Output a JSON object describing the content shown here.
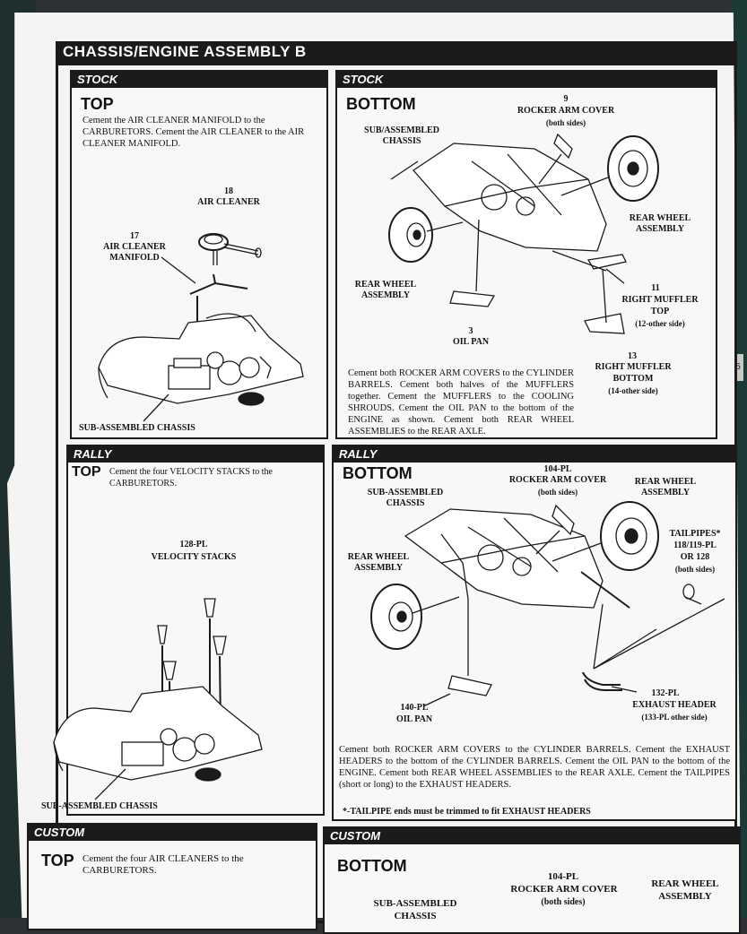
{
  "title": "CHASSIS/ENGINE ASSEMBLY B",
  "panels": {
    "stock_top": {
      "tag": "STOCK",
      "heading": "TOP",
      "instructions": "Cement the AIR CLEANER MANIFOLD to the CARBURETORS. Cement the AIR CLEANER to the AIR CLEANER MANIFOLD.",
      "labels": {
        "air_cleaner_num": "18",
        "air_cleaner": "AIR CLEANER",
        "manifold_num": "17",
        "manifold_1": "AIR CLEANER",
        "manifold_2": "MANIFOLD",
        "chassis": "SUB-ASSEMBLED CHASSIS"
      }
    },
    "stock_bottom": {
      "tag": "STOCK",
      "heading": "BOTTOM",
      "labels": {
        "chassis_1": "SUB/ASSEMBLED",
        "chassis_2": "CHASSIS",
        "rocker_num": "9",
        "rocker": "ROCKER ARM COVER",
        "rocker_sub": "(both sides)",
        "rear_wheel_r_1": "REAR WHEEL",
        "rear_wheel_r_2": "ASSEMBLY",
        "rear_wheel_l_1": "REAR WHEEL",
        "rear_wheel_l_2": "ASSEMBLY",
        "oil_pan_num": "3",
        "oil_pan": "OIL PAN",
        "muffler_top_num": "11",
        "muffler_top_1": "RIGHT MUFFLER",
        "muffler_top_2": "TOP",
        "muffler_top_sub": "(12-other side)",
        "muffler_bot_num": "13",
        "muffler_bot_1": "RIGHT MUFFLER",
        "muffler_bot_2": "BOTTOM",
        "muffler_bot_sub": "(14-other side)"
      },
      "instructions": "Cement both ROCKER ARM COVERS to the CYLINDER BARRELS. Cement both halves of the MUFFLERS together. Cement the MUFFLERS to the COOLING SHROUDS. Cement the OIL PAN to the bottom of the ENGINE as shown. Cement both REAR WHEEL ASSEMBLIES to the REAR AXLE."
    },
    "rally_top": {
      "tag": "RALLY",
      "heading": "TOP",
      "instructions": "Cement the four VELOCITY STACKS to the CARBURETORS.",
      "labels": {
        "stacks_num": "128-PL",
        "stacks": "VELOCITY STACKS",
        "chassis": "SUB-ASSEMBLED CHASSIS"
      }
    },
    "rally_bottom": {
      "tag": "RALLY",
      "heading": "BOTTOM",
      "labels": {
        "chassis_1": "SUB-ASSEMBLED",
        "chassis_2": "CHASSIS",
        "rocker_num": "104-PL",
        "rocker": "ROCKER ARM COVER",
        "rocker_sub": "(both sides)",
        "rear_wheel_r_1": "REAR WHEEL",
        "rear_wheel_r_2": "ASSEMBLY",
        "rear_wheel_l_1": "REAR WHEEL",
        "rear_wheel_l_2": "ASSEMBLY",
        "tailpipes_1": "TAILPIPES*",
        "tailpipes_2": "118/119-PL",
        "tailpipes_3": "OR 128",
        "tailpipes_sub": "(both sides)",
        "oil_pan_num": "140-PL",
        "oil_pan": "OIL PAN",
        "header_num": "132-PL",
        "header": "EXHAUST HEADER",
        "header_sub": "(133-PL other side)"
      },
      "instructions": "Cement both ROCKER ARM COVERS to the CYLINDER BARRELS. Cement the EXHAUST HEADERS to the bottom of the CYLINDER BARRELS. Cement the OIL PAN to the bottom of the ENGINE. Cement both REAR WHEEL ASSEMBLIES to the REAR AXLE. Cement the TAILPIPES (short or long) to the EXHAUST HEADERS.",
      "note": "*-TAILPIPE ends must be trimmed to fit EXHAUST HEADERS"
    },
    "custom_top": {
      "tag": "CUSTOM",
      "heading": "TOP",
      "instructions": "Cement the four AIR CLEANERS to the CARBURETORS."
    },
    "custom_bottom": {
      "tag": "CUSTOM",
      "heading": "BOTTOM",
      "labels": {
        "rocker_num": "104-PL",
        "rocker": "ROCKER ARM COVER",
        "rocker_sub": "(both sides)",
        "rear_wheel_1": "REAR WHEEL",
        "rear_wheel_2": "ASSEMBLY",
        "chassis_1": "SUB-ASSEMBLED",
        "chassis_2": "CHASSIS"
      }
    }
  },
  "mat_marker": "5"
}
